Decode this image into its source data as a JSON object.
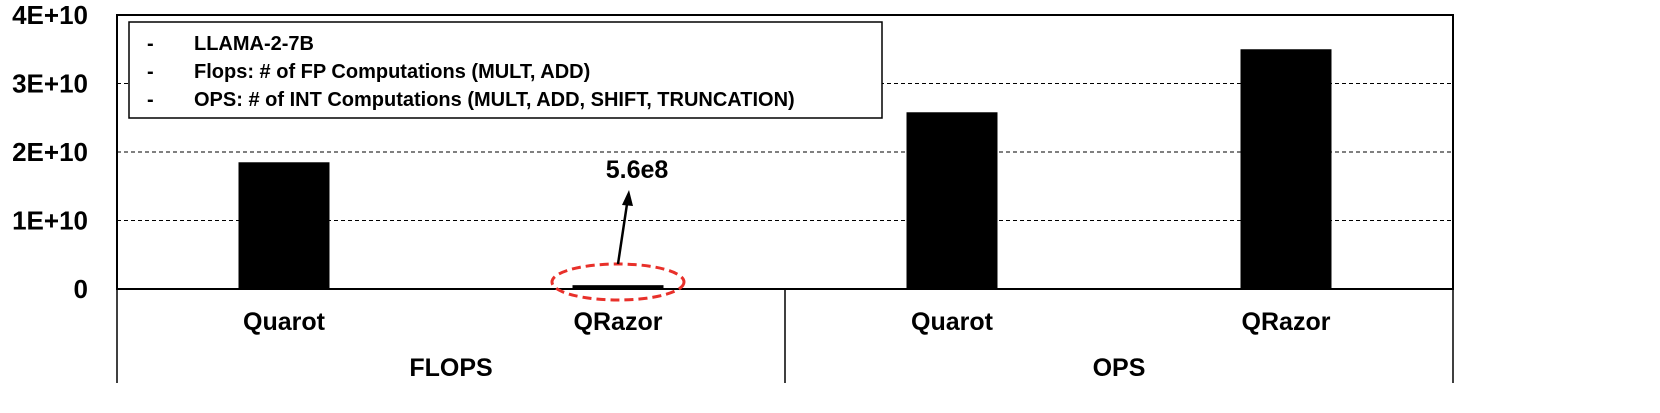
{
  "chart_data": {
    "type": "bar",
    "groups": [
      {
        "label": "FLOPS",
        "categories": [
          "Quarot",
          "QRazor"
        ]
      },
      {
        "label": "OPS",
        "categories": [
          "Quarot",
          "QRazor"
        ]
      }
    ],
    "categories": [
      "Quarot",
      "QRazor",
      "Quarot",
      "QRazor"
    ],
    "values": [
      18500000000,
      560000000,
      25800000000,
      35000000000
    ],
    "y_ticks": [
      "0",
      "1E+10",
      "2E+10",
      "3E+10",
      "4E+10"
    ],
    "ylim": [
      0,
      40000000000
    ],
    "grid": "horizontal-dashed",
    "legend_box": {
      "placement": "top-left",
      "bullet": "-",
      "lines": [
        "LLAMA-2-7B",
        "Flops: # of FP Computations (MULT, ADD)",
        "OPS: # of INT Computations (MULT, ADD, SHIFT, TRUNCATION)"
      ]
    },
    "annotation": {
      "text": "5.6e8",
      "target_index": 1,
      "highlight_color": "#e8302a"
    },
    "bar_color": "#000000"
  }
}
